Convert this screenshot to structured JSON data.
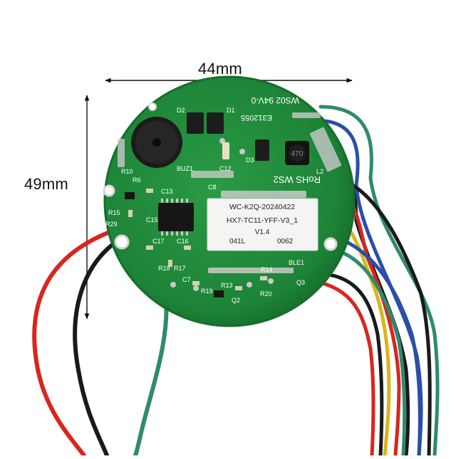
{
  "dimensions": {
    "width_label": "44mm",
    "height_label": "49mm"
  },
  "board": {
    "sticker": {
      "line1": "WC-K2Q-20240422",
      "line2": "HX7-TC11-YFF-V3_1",
      "line3": "V1.4",
      "line4_left": "041L",
      "line4_right": "0062"
    },
    "silkscreen": {
      "maker_code": "WS02 94V-0",
      "cert_code": "E312055",
      "rohs": "RoHS WS2",
      "inductor_mark": "470",
      "labels": [
        "D2",
        "D1",
        "D3",
        "C12",
        "BUZ1",
        "C13",
        "C8",
        "R15",
        "R29",
        "C15",
        "C17",
        "C16",
        "R18",
        "R17",
        "C7",
        "R19",
        "R13",
        "R14",
        "R20",
        "Q2",
        "Q3",
        "BLE1",
        "R10",
        "R6",
        "L2"
      ]
    }
  },
  "colors": {
    "pcb_green": "#1f8a3a",
    "pcb_edge": "#156e2c",
    "wire_red": "#d8261f",
    "wire_black": "#1a1a1a",
    "wire_green": "#2f8a6e",
    "wire_blue": "#2b4fa8",
    "wire_yellow": "#d9b51c"
  }
}
